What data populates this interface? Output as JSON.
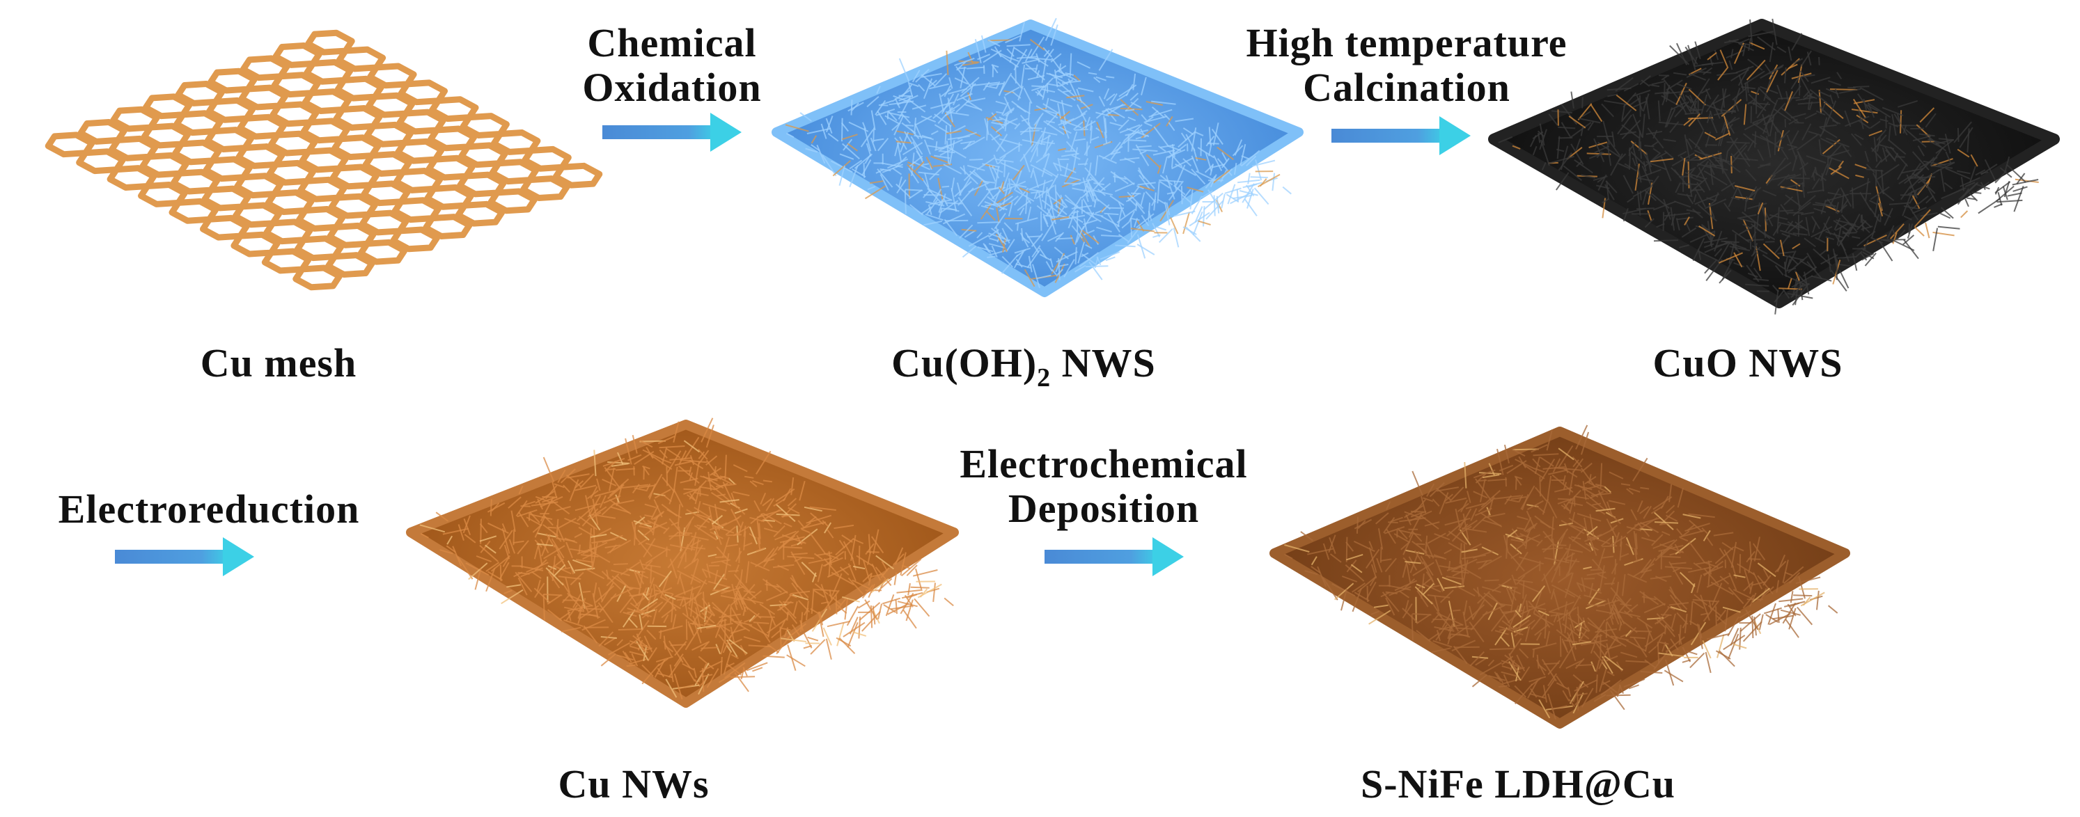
{
  "panels": {
    "cu_mesh": {
      "label": "Cu mesh"
    },
    "cu_oh2": {
      "label_main": "Cu(OH)",
      "label_sub": "2",
      "label_tail": " NWS"
    },
    "cuo": {
      "label": "CuO NWS"
    },
    "cu_nws": {
      "label": "Cu NWs"
    },
    "snife": {
      "label": "S-NiFe LDH@Cu"
    }
  },
  "steps": {
    "chemical_oxidation": {
      "line1": "Chemical",
      "line2": "Oxidation"
    },
    "calcination": {
      "line1": "High temperature",
      "line2": "Calcination"
    },
    "electroreduction": {
      "line1": "Electroreduction"
    },
    "electrochemical_deposition": {
      "line1": "Electrochemical",
      "line2": "Deposition"
    }
  },
  "colors": {
    "arrow": "#4a90d9",
    "arrow_tip": "#3cc6e0",
    "cu_mesh": "#e09a4e",
    "cu_oh2": "#5aa2ee",
    "cuo": "#1a1a1a",
    "cu_nws": "#b3601e",
    "snife": "#8a4a1c"
  }
}
